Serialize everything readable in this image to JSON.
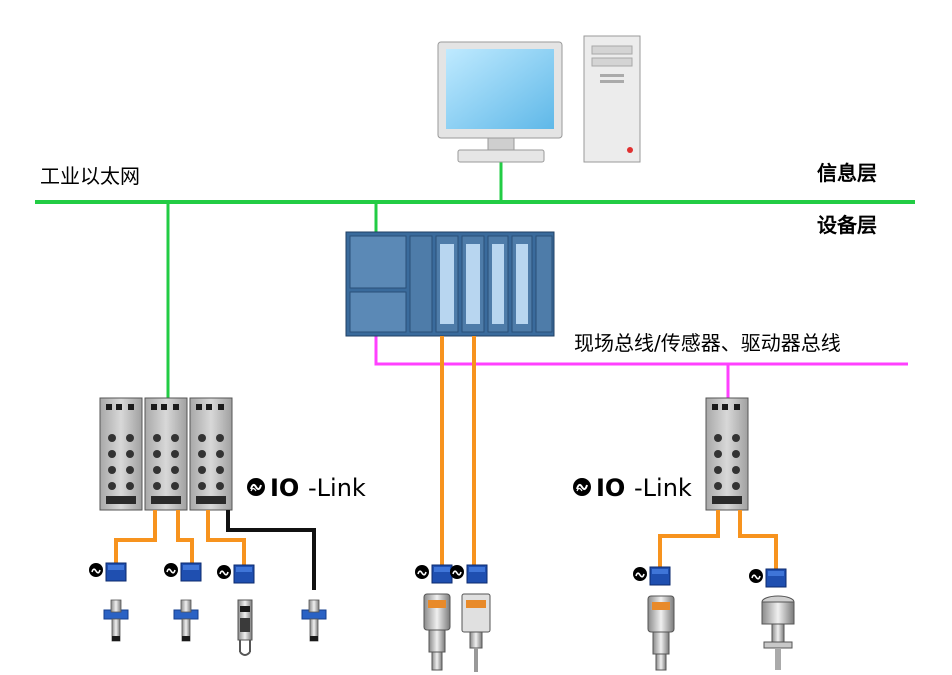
{
  "labels": {
    "industrial_ethernet": "工业以太网",
    "info_layer": "信息层",
    "device_layer": "设备层",
    "fieldbus": "现场总线/传感器、驱动器总线"
  },
  "iolink": {
    "prefix": "IO",
    "suffix": "-Link"
  },
  "colors": {
    "ethernet": "#22cc44",
    "fieldbus": "#ff40ff",
    "iolink_cable": "#f7931e",
    "plain_cable": "#111111",
    "plc": "#3a6b9c",
    "connector": "#1f4fb0",
    "monitor": "#8fd3f4"
  }
}
